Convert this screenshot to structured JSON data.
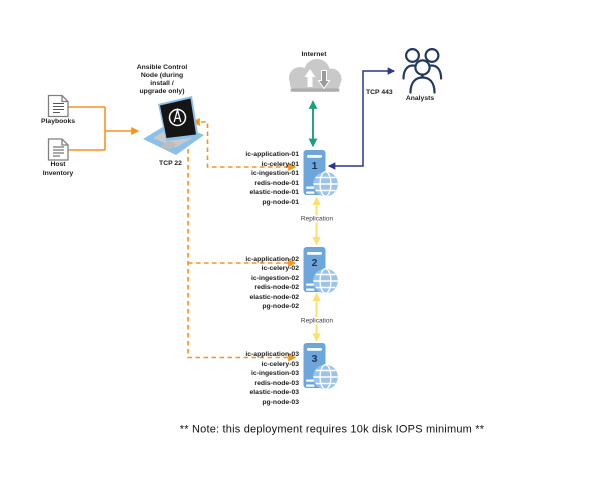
{
  "diagram": {
    "note": "** Note: this deployment requires 10k disk IOPS minimum **",
    "left_sources": {
      "playbooks_label": "Playbooks",
      "host_inventory_line1": "Host",
      "host_inventory_line2": "Inventory"
    },
    "control_node": {
      "caption_line1": "Ansible Control",
      "caption_line2": "Node (during",
      "caption_line3": "install /",
      "caption_line4": "upgrade only)",
      "port_label": "TCP 22"
    },
    "internet": {
      "label": "Internet"
    },
    "analysts": {
      "label": "Analysts",
      "port_label": "TCP 443"
    },
    "replication_label": "Replication",
    "servers": [
      {
        "number": "1",
        "hostnames": [
          "ic-application-01",
          "ic-celery-01",
          "ic-ingestion-01",
          "redis-node-01",
          "elastic-node-01",
          "pg-node-01"
        ]
      },
      {
        "number": "2",
        "hostnames": [
          "ic-application-02",
          "ic-celery-02",
          "ic-ingestion-02",
          "redis-node-02",
          "elastic-node-02",
          "pg-node-02"
        ]
      },
      {
        "number": "3",
        "hostnames": [
          "ic-application-03",
          "ic-celery-03",
          "ic-ingestion-03",
          "redis-node-03",
          "elastic-node-03",
          "pg-node-03"
        ]
      }
    ],
    "colors": {
      "orange": "#F7941D",
      "yellow": "#FFE06A",
      "green": "#19A07D",
      "navy": "#2B3690",
      "server_blue": "#6CA6DC",
      "globe_blue": "#9CC3E8",
      "cloud_gray": "#C9C9C9",
      "icon_navy": "#24395E",
      "doc_gray": "#7F7F7F",
      "laptop_blue": "#8BC1E8"
    }
  }
}
